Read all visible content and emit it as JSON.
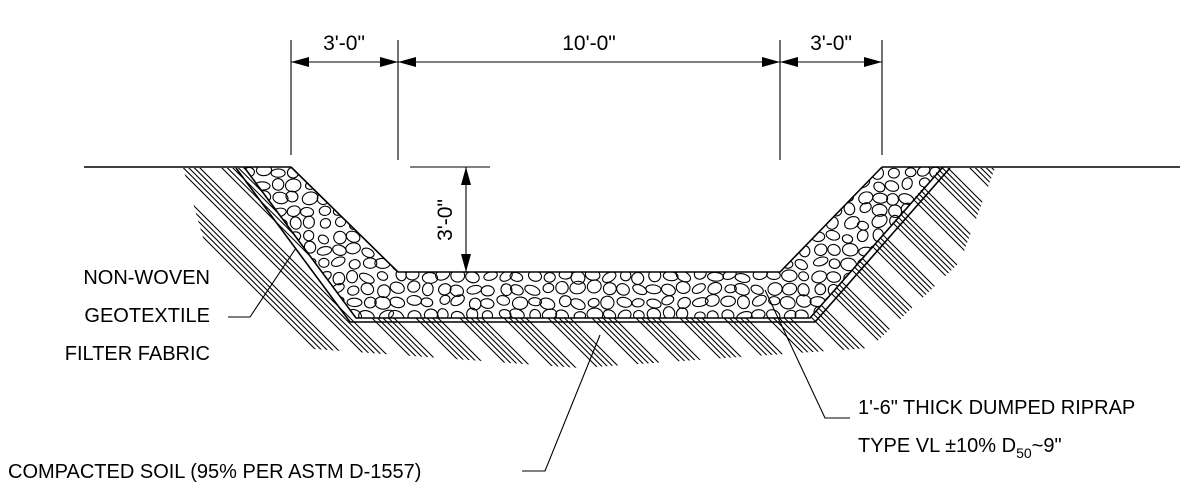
{
  "dimensions": {
    "left_top_width": "3'-0\"",
    "bottom_width": "10'-0\"",
    "right_top_width": "3'-0\"",
    "depth": "3'-0\""
  },
  "labels": {
    "geotextile_line1": "NON-WOVEN",
    "geotextile_line2": "GEOTEXTILE",
    "geotextile_line3": "FILTER FABRIC",
    "soil": "COMPACTED SOIL (95% PER ASTM D-1557)",
    "riprap_line1": "1'-6\" THICK DUMPED RIPRAP",
    "riprap_line2_pre": "TYPE VL ±10% D",
    "riprap_line2_sub": "50",
    "riprap_line2_post": "~9\""
  },
  "hatch": {
    "soil_pattern": "crosshatch-herringbone",
    "riprap_pattern": "cobble-stones"
  }
}
